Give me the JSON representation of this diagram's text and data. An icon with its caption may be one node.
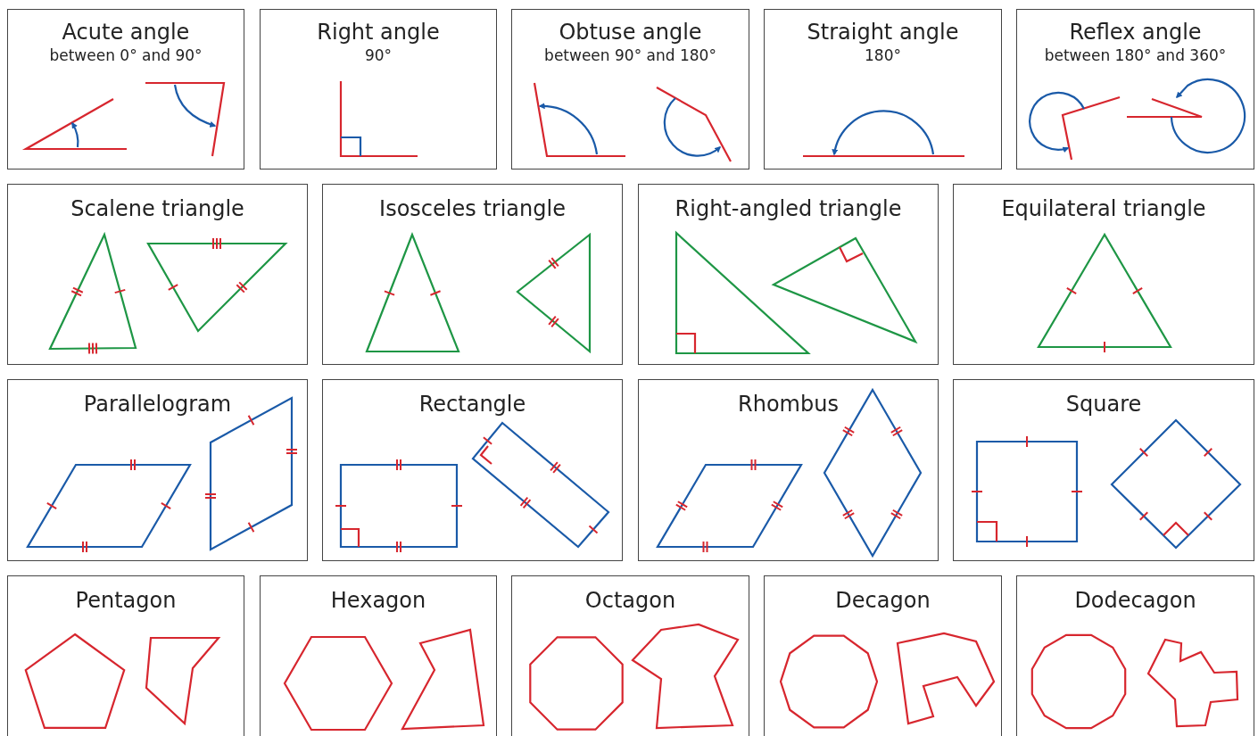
{
  "diagram": {
    "nodes": [
      {
        "text": [
          "Acute angle",
          "between 0° and 90°"
        ]
      },
      {
        "text": [
          "Right angle",
          "90°"
        ]
      },
      {
        "text": [
          "Obtuse angle",
          "between 90° and 180°"
        ]
      },
      {
        "text": [
          "Straight angle",
          "180°"
        ]
      },
      {
        "text": [
          "Reflex angle",
          "between 180° and 360°"
        ]
      },
      {
        "text": [
          "Scalene triangle"
        ]
      },
      {
        "text": [
          "Isosceles triangle"
        ]
      },
      {
        "text": [
          "Right-angled triangle"
        ]
      },
      {
        "text": [
          "Equilateral triangle"
        ]
      },
      {
        "text": [
          "Parallelogram"
        ]
      },
      {
        "text": [
          "Rectangle"
        ]
      },
      {
        "text": [
          "Rhombus"
        ]
      },
      {
        "text": [
          "Square"
        ]
      },
      {
        "text": [
          "Pentagon"
        ]
      },
      {
        "text": [
          "Hexagon"
        ]
      },
      {
        "text": [
          "Octagon"
        ]
      },
      {
        "text": [
          "Decagon"
        ]
      },
      {
        "text": [
          "Dodecagon"
        ]
      }
    ]
  }
}
